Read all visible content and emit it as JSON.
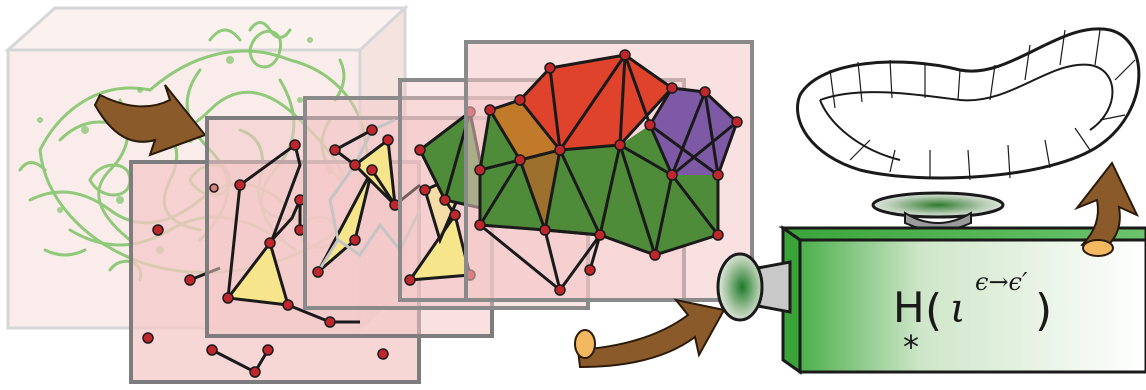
{
  "formula": {
    "operator": "H",
    "subscript": "*",
    "open_paren": "(",
    "symbol": "ι",
    "superscript": "ϵ→ϵ′",
    "close_paren": ")"
  },
  "colors": {
    "frame_fill": "#f4c8c8",
    "frame_stroke": "#7d7d7d",
    "point_fill": "#c0272d",
    "edge": "#1a1a1a",
    "triangle_fill": "#f6e58a",
    "tree_green": "#7dc466",
    "box_green": "#3aa43a",
    "arrow_brown": "#8a5a2b",
    "red_region": "#e0432b",
    "purple_region": "#7e5aa6",
    "green_region": "#4f8c3a",
    "orange_region": "#c07a2a"
  },
  "icons": [
    "input-arrow-icon",
    "output-arrow-icon",
    "funnel-icon",
    "dish-icon",
    "mobius-strip-icon"
  ]
}
